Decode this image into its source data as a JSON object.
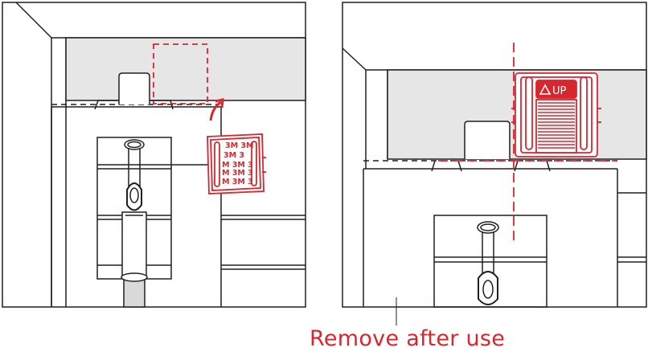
{
  "caption": "Remove after use",
  "badge": {
    "label": "UP",
    "tape_text": [
      "3M 3M",
      "3M 3",
      "M 3M 3",
      "M 3M 3",
      "M 3M 3",
      "3M"
    ]
  },
  "colors": {
    "accent": "#d8262e",
    "line": "#231f20",
    "panel": "#e6e6e6",
    "rod": "#d9d9d9"
  },
  "icons": [
    "arrow-up-triangle-icon",
    "curved-arrow-icon"
  ]
}
